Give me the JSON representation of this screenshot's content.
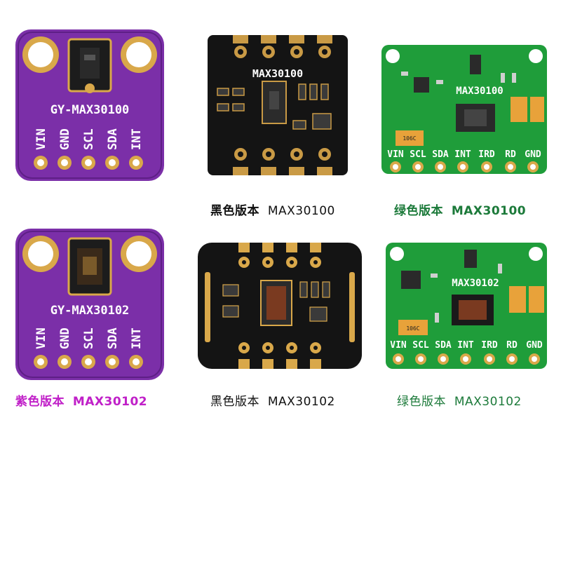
{
  "colors": {
    "purple_pcb": "#7b2fa8",
    "purple_pcb_dark": "#5e1f86",
    "black_pcb": "#141414",
    "green_pcb": "#1f9d3a",
    "green_pcb_dark": "#178230",
    "gold": "#d9a84a",
    "caption_purple": "#c020c8",
    "caption_green": "#1c7a3a",
    "caption_black": "#111111"
  },
  "boards": [
    {
      "id": "purple-30100",
      "silkscreen": "GY-MAX30100",
      "pins": [
        "VIN",
        "GND",
        "SCL",
        "SDA",
        "INT"
      ]
    },
    {
      "id": "black-30100",
      "silkscreen": "MAX30100"
    },
    {
      "id": "green-30100",
      "silkscreen": "MAX30100",
      "pins": [
        "VIN",
        "SCL",
        "SDA",
        "INT",
        "IRD",
        "RD",
        "GND"
      ],
      "cap_label": "106C"
    },
    {
      "id": "purple-30102",
      "silkscreen": "GY-MAX30102",
      "pins": [
        "VIN",
        "GND",
        "SCL",
        "SDA",
        "INT"
      ]
    },
    {
      "id": "black-30102",
      "silkscreen": ""
    },
    {
      "id": "green-30102",
      "silkscreen": "MAX30102",
      "pins": [
        "VIN",
        "SCL",
        "SDA",
        "INT",
        "IRD",
        "RD",
        "GND"
      ],
      "cap_label": "106C"
    }
  ],
  "captions": [
    {
      "id": "black-30100",
      "text": "黑色版本",
      "model": "MAX30100"
    },
    {
      "id": "green-30100",
      "text": "绿色版本",
      "model": "MAX30100"
    },
    {
      "id": "purple-30102",
      "text": "紫色版本",
      "model": "MAX30102"
    },
    {
      "id": "black-30102",
      "text": "黑色版本",
      "model": "MAX30102"
    },
    {
      "id": "green-30102",
      "text": "绿色版本",
      "model": "MAX30102"
    }
  ]
}
